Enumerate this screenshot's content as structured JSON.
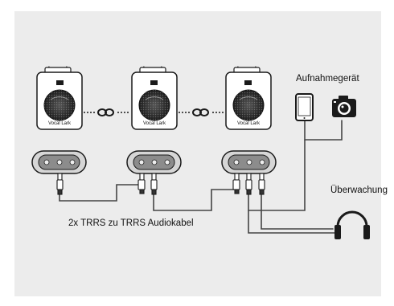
{
  "labels": {
    "recording_device": "Aufnahmegerät",
    "monitoring": "Überwachung",
    "cable": "2x TRRS zu TRRS Audiokabel"
  },
  "transmitters": [
    {
      "brand": "Vocal Lark"
    },
    {
      "brand": "Vocal Lark"
    },
    {
      "brand": "Vocal Lark"
    }
  ],
  "icons": [
    "smartphone-icon",
    "camera-icon",
    "headphones-icon",
    "link-icon"
  ],
  "colors": {
    "background": "#ececec",
    "device_outline": "#1a1a1a",
    "cable": "#444444",
    "body": "#ffffff"
  }
}
